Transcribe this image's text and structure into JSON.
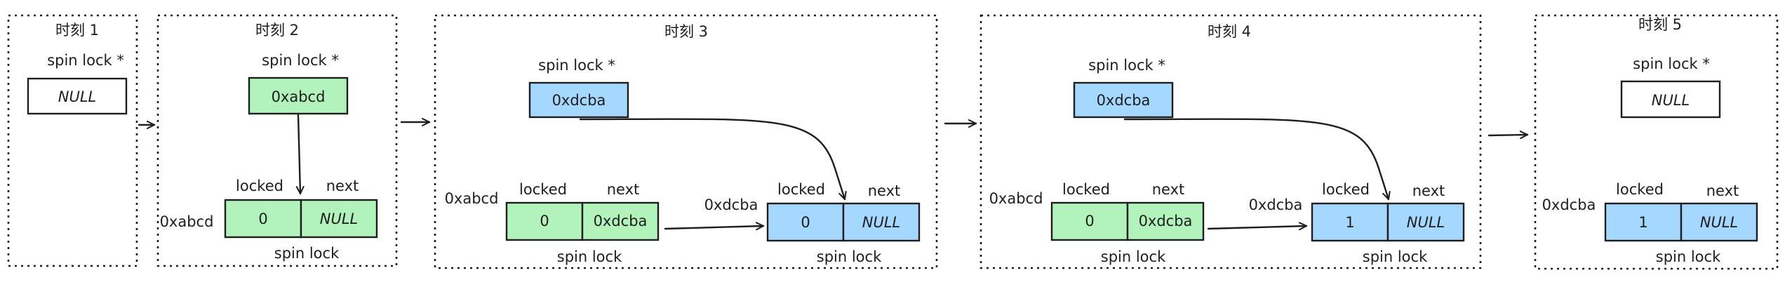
{
  "colors": {
    "green": "#b2f2bb",
    "blue": "#a5d8ff",
    "white": "#ffffff",
    "ink": "#1e1e1e"
  },
  "labels": {
    "pointer": "spin lock *",
    "locked": "locked",
    "next": "next",
    "struct": "spin lock"
  },
  "frames": [
    {
      "title": "时刻 1",
      "pointer_value": "NULL"
    },
    {
      "title": "时刻 2",
      "pointer_value": "0xabcd",
      "node": {
        "address": "0xabcd",
        "locked": "0",
        "next": "NULL"
      }
    },
    {
      "title": "时刻 3",
      "pointer_value": "0xdcba",
      "nodes": [
        {
          "address": "0xabcd",
          "locked": "0",
          "next": "0xdcba"
        },
        {
          "address": "0xdcba",
          "locked": "0",
          "next": "NULL"
        }
      ]
    },
    {
      "title": "时刻 4",
      "pointer_value": "0xdcba",
      "nodes": [
        {
          "address": "0xabcd",
          "locked": "0",
          "next": "0xdcba"
        },
        {
          "address": "0xdcba",
          "locked": "1",
          "next": "NULL"
        }
      ]
    },
    {
      "title": "时刻 5",
      "pointer_value": "NULL",
      "node": {
        "address": "0xdcba",
        "locked": "1",
        "next": "NULL"
      }
    }
  ]
}
